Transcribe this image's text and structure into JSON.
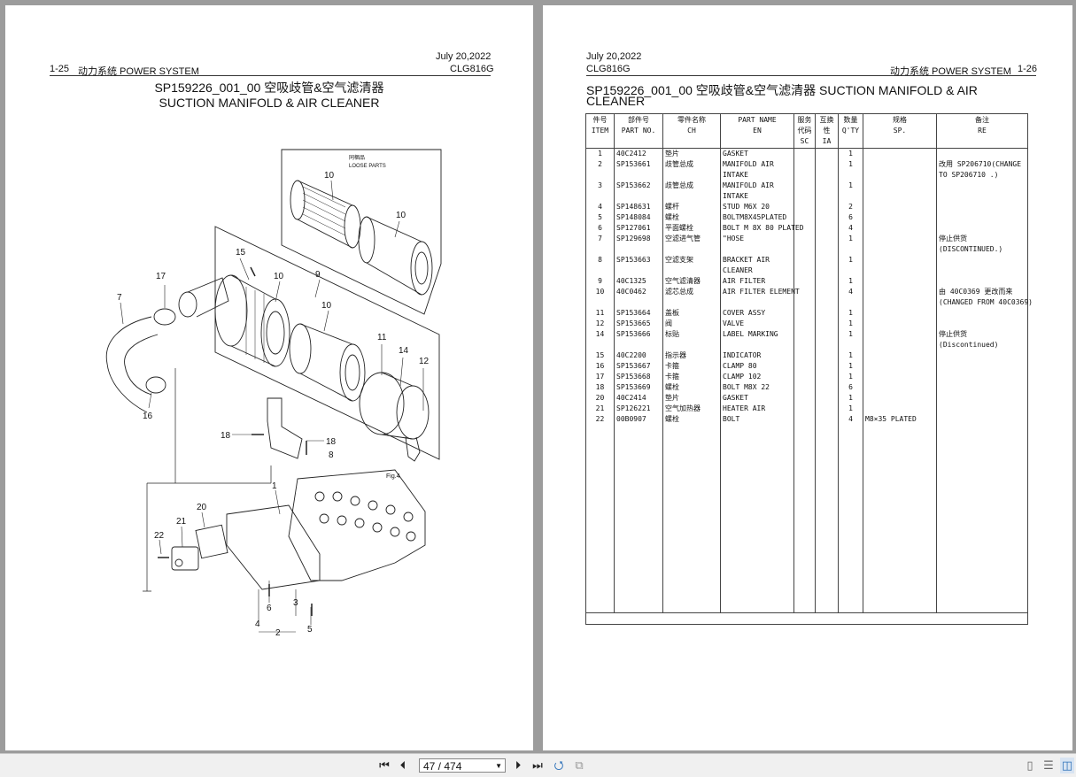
{
  "left_page": {
    "date": "July 20,2022",
    "page_no": "1-25",
    "section": "动力系统  POWER SYSTEM",
    "model": "CLG816G",
    "title_line1": "SP159226_001_00  空吸歧管&空气滤清器",
    "title_line2": "SUCTION MANIFOLD & AIR CLEANER",
    "diagram": {
      "loose_parts_cn": "同梱品",
      "loose_parts_en": "LOOSE PARTS",
      "fig_label": "Fig.4",
      "callouts": [
        "10",
        "10",
        "15",
        "10",
        "9",
        "17",
        "7",
        "10",
        "11",
        "14",
        "12",
        "16",
        "18",
        "18",
        "8",
        "1",
        "20",
        "21",
        "22",
        "6",
        "4",
        "2",
        "3",
        "5"
      ]
    }
  },
  "right_page": {
    "date": "July 20,2022",
    "model": "CLG816G",
    "section": "动力系统  POWER SYSTEM",
    "page_no": "1-26",
    "title_line1": "SP159226_001_00  空吸歧管&空气滤清器  SUCTION MANIFOLD & AIR",
    "title_line2": "CLEANER",
    "table_headers": [
      {
        "cn": "件号",
        "en": "ITEM"
      },
      {
        "cn": "部件号",
        "en": "PART NO."
      },
      {
        "cn": "零件名称",
        "en": "CH"
      },
      {
        "cn": "PART NAME",
        "en": "EN"
      },
      {
        "cn": "服务",
        "cn2": "代码",
        "en": "SC"
      },
      {
        "cn": "互换",
        "cn2": "性",
        "en": "IA"
      },
      {
        "cn": "数量",
        "en": "Q'TY"
      },
      {
        "cn": "规格",
        "en": "SP."
      },
      {
        "cn": "备注",
        "en": "RE"
      }
    ],
    "table_rows": [
      {
        "item": "1",
        "part_no": "40C2412",
        "ch": "垫片",
        "en": "GASKET",
        "qty": "1",
        "sp": "",
        "re": ""
      },
      {
        "item": "2",
        "part_no": "SP153661",
        "ch": "歧管总成",
        "en": "MANIFOLD AIR",
        "qty": "1",
        "sp": "",
        "re": "改用 SP206710(CHANGE"
      },
      {
        "item": "",
        "part_no": "",
        "ch": "",
        "en": "INTAKE",
        "qty": "",
        "sp": "",
        "re": "TO SP206710 .)"
      },
      {
        "item": "3",
        "part_no": "SP153662",
        "ch": "歧管总成",
        "en": "MANIFOLD AIR",
        "qty": "1",
        "sp": "",
        "re": ""
      },
      {
        "item": "",
        "part_no": "",
        "ch": "",
        "en": "INTAKE",
        "qty": "",
        "sp": "",
        "re": ""
      },
      {
        "item": "4",
        "part_no": "SP148631",
        "ch": "螺杆",
        "en": "STUD M6X 20",
        "qty": "2",
        "sp": "",
        "re": ""
      },
      {
        "item": "5",
        "part_no": "SP148084",
        "ch": "螺栓",
        "en": "BOLTM8X45PLATED",
        "qty": "6",
        "sp": "",
        "re": ""
      },
      {
        "item": "6",
        "part_no": "SP127061",
        "ch": "平面螺栓",
        "en": "BOLT M 8X 80 PLATED",
        "qty": "4",
        "sp": "",
        "re": ""
      },
      {
        "item": "7",
        "part_no": "SP129698",
        "ch": "空滤进气管",
        "en": "\"HOSE",
        "qty": "1",
        "sp": "",
        "re": "停止供货"
      },
      {
        "item": "",
        "part_no": "",
        "ch": "",
        "en": "",
        "qty": "",
        "sp": "",
        "re": "(DISCONTINUED.)"
      },
      {
        "item": "8",
        "part_no": "SP153663",
        "ch": "空滤支架",
        "en": "BRACKET AIR",
        "qty": "1",
        "sp": "",
        "re": ""
      },
      {
        "item": "",
        "part_no": "",
        "ch": "",
        "en": "CLEANER",
        "qty": "",
        "sp": "",
        "re": ""
      },
      {
        "item": "9",
        "part_no": "40C1325",
        "ch": "空气滤清器",
        "en": "AIR FILTER",
        "qty": "1",
        "sp": "",
        "re": ""
      },
      {
        "item": "10",
        "part_no": "40C0462",
        "ch": "滤芯总成",
        "en": "AIR FILTER ELEMENT",
        "qty": "4",
        "sp": "",
        "re": "由 40C0369 更改而来"
      },
      {
        "item": "",
        "part_no": "",
        "ch": "",
        "en": "",
        "qty": "",
        "sp": "",
        "re": "(CHANGED FROM 40C0369)"
      },
      {
        "item": "11",
        "part_no": "SP153664",
        "ch": "盖板",
        "en": "COVER ASSY",
        "qty": "1",
        "sp": "",
        "re": ""
      },
      {
        "item": "12",
        "part_no": "SP153665",
        "ch": "阀",
        "en": "VALVE",
        "qty": "1",
        "sp": "",
        "re": ""
      },
      {
        "item": "14",
        "part_no": "SP153666",
        "ch": "标贴",
        "en": "LABEL MARKING",
        "qty": "1",
        "sp": "",
        "re": "停止供货"
      },
      {
        "item": "",
        "part_no": "",
        "ch": "",
        "en": "",
        "qty": "",
        "sp": "",
        "re": "(Discontinued)"
      },
      {
        "item": "15",
        "part_no": "40C2200",
        "ch": "指示器",
        "en": "INDICATOR",
        "qty": "1",
        "sp": "",
        "re": ""
      },
      {
        "item": "16",
        "part_no": "SP153667",
        "ch": "卡箍",
        "en": "CLAMP 80",
        "qty": "1",
        "sp": "",
        "re": ""
      },
      {
        "item": "17",
        "part_no": "SP153668",
        "ch": "卡箍",
        "en": "CLAMP 102",
        "qty": "1",
        "sp": "",
        "re": ""
      },
      {
        "item": "18",
        "part_no": "SP153669",
        "ch": "螺栓",
        "en": "BOLT M8X 22",
        "qty": "6",
        "sp": "",
        "re": ""
      },
      {
        "item": "20",
        "part_no": "40C2414",
        "ch": "垫片",
        "en": "GASKET",
        "qty": "1",
        "sp": "",
        "re": ""
      },
      {
        "item": "21",
        "part_no": "SP126221",
        "ch": "空气加热器",
        "en": "HEATER AIR",
        "qty": "1",
        "sp": "",
        "re": ""
      },
      {
        "item": "22",
        "part_no": "00B0907",
        "ch": "螺栓",
        "en": "BOLT",
        "qty": "4",
        "sp": "M8×35 PLATED",
        "re": ""
      }
    ]
  },
  "toolbar": {
    "page_display": "47 / 474"
  },
  "icons": {
    "first": "first-page-icon",
    "prev": "previous-page-icon",
    "next": "next-page-icon",
    "last": "last-page-icon"
  }
}
